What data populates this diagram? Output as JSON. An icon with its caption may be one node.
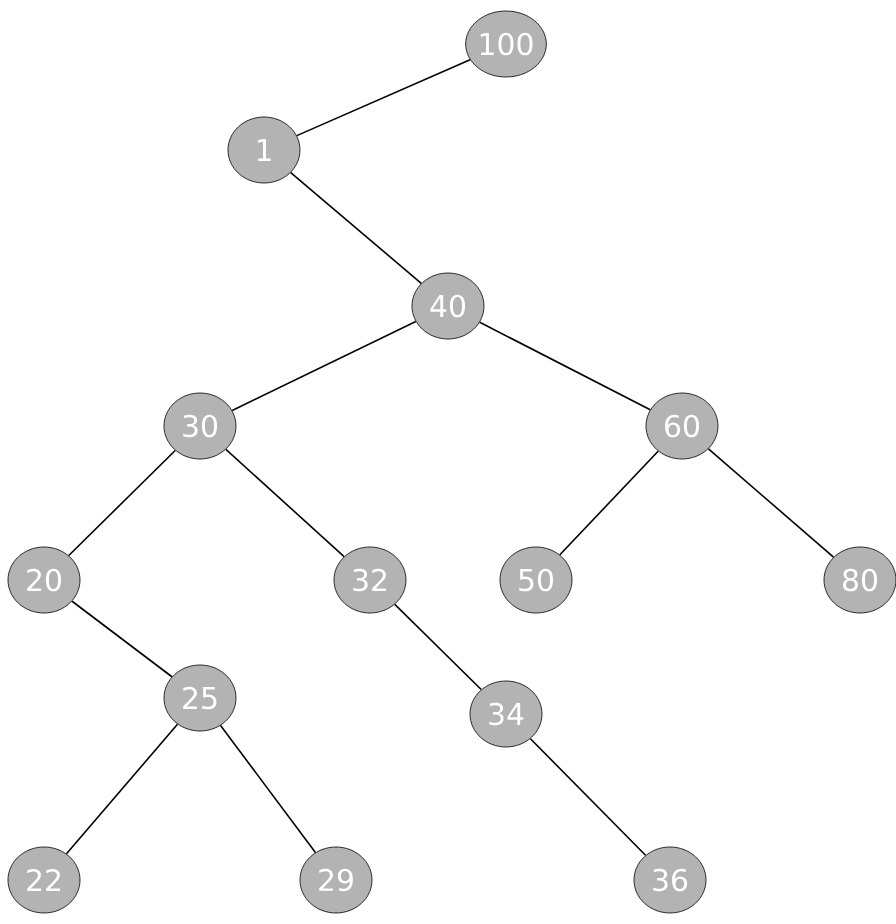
{
  "diagram": {
    "nodes": [
      {
        "text": [
          "100"
        ]
      },
      {
        "text": [
          "1"
        ]
      },
      {
        "text": [
          "40"
        ]
      },
      {
        "text": [
          "30"
        ]
      },
      {
        "text": [
          "60"
        ]
      },
      {
        "text": [
          "20"
        ]
      },
      {
        "text": [
          "32"
        ]
      },
      {
        "text": [
          "50"
        ]
      },
      {
        "text": [
          "80"
        ]
      },
      {
        "text": [
          "25"
        ]
      },
      {
        "text": [
          "34"
        ]
      },
      {
        "text": [
          "22"
        ]
      },
      {
        "text": [
          "29"
        ]
      },
      {
        "text": [
          "36"
        ]
      }
    ],
    "edges": [
      {
        "from": 0,
        "to": 1,
        "arrow": "none"
      },
      {
        "from": 1,
        "to": 2,
        "arrow": "none"
      },
      {
        "from": 2,
        "to": 3,
        "arrow": "none"
      },
      {
        "from": 2,
        "to": 4,
        "arrow": "none"
      },
      {
        "from": 3,
        "to": 5,
        "arrow": "none"
      },
      {
        "from": 3,
        "to": 6,
        "arrow": "none"
      },
      {
        "from": 4,
        "to": 7,
        "arrow": "none"
      },
      {
        "from": 4,
        "to": 8,
        "arrow": "none"
      },
      {
        "from": 5,
        "to": 9,
        "arrow": "none"
      },
      {
        "from": 6,
        "to": 10,
        "arrow": "none"
      },
      {
        "from": 9,
        "to": 11,
        "arrow": "none"
      },
      {
        "from": 9,
        "to": 12,
        "arrow": "none"
      },
      {
        "from": 10,
        "to": 13,
        "arrow": "none"
      }
    ]
  }
}
